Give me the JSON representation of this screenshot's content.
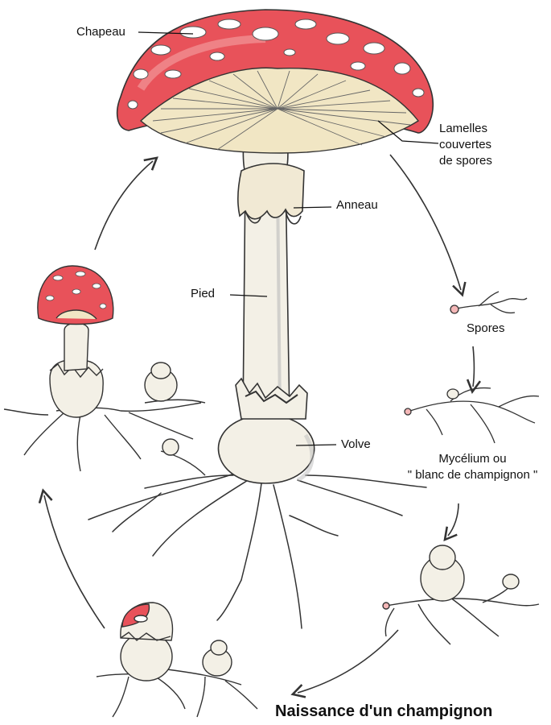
{
  "diagram": {
    "title": "Naissance d'un champignon",
    "labels": {
      "chapeau": "Chapeau",
      "lamelles": [
        "Lamelles",
        "couvertes",
        "de spores"
      ],
      "anneau": "Anneau",
      "pied": "Pied",
      "volve": "Volve",
      "spores": "Spores",
      "mycelium": [
        "Mycélium ou",
        "\" blanc de champignon \""
      ]
    }
  },
  "colors": {
    "cap_red": "#e8525a",
    "cap_light": "#f4a3a3",
    "stem": "#f3f0e6",
    "gills": "#f1e6c4",
    "outline": "#333333"
  }
}
